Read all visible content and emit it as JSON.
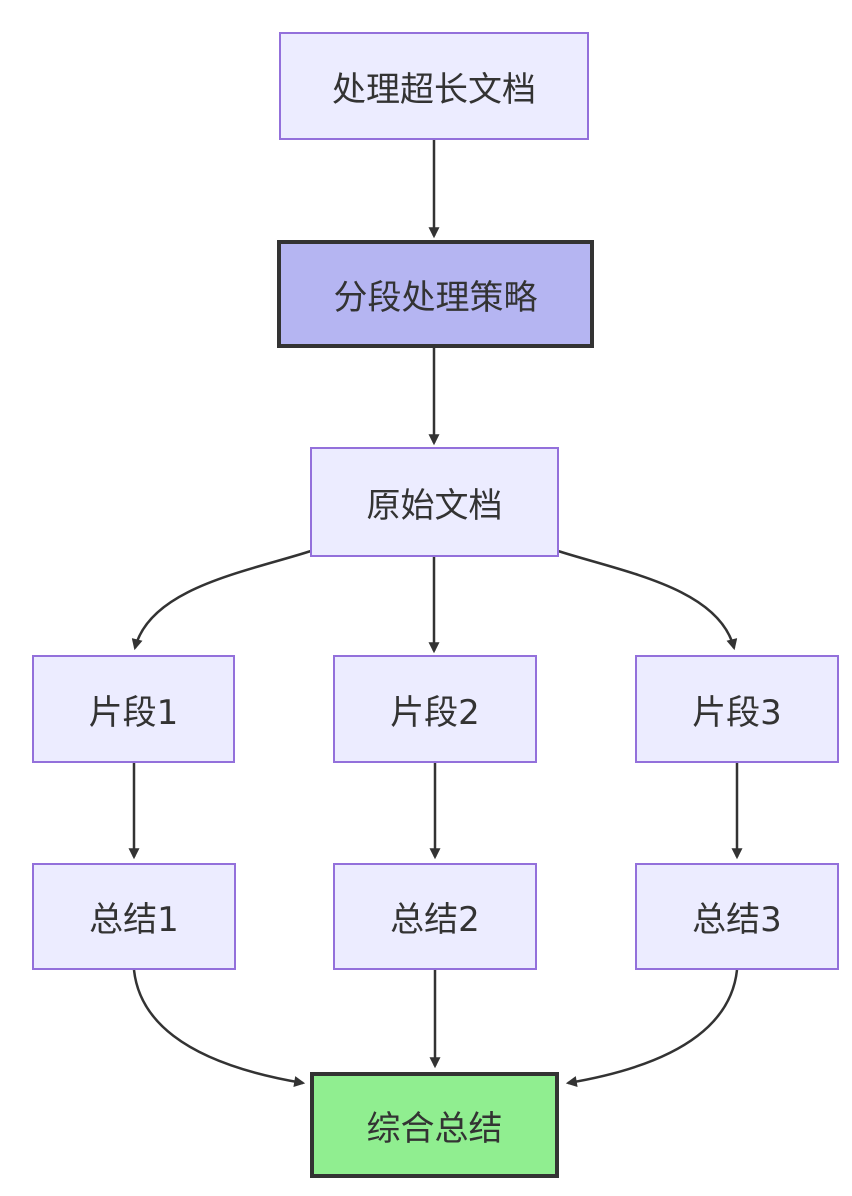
{
  "diagram": {
    "type": "flowchart",
    "direction": "top-down",
    "nodes": [
      {
        "id": "A",
        "label": "处理超长文档",
        "style": "default"
      },
      {
        "id": "B",
        "label": "分段处理策略",
        "style": "emphasis"
      },
      {
        "id": "C",
        "label": "原始文档",
        "style": "default"
      },
      {
        "id": "D1",
        "label": "片段1",
        "style": "default"
      },
      {
        "id": "D2",
        "label": "片段2",
        "style": "default"
      },
      {
        "id": "D3",
        "label": "片段3",
        "style": "default"
      },
      {
        "id": "E1",
        "label": "总结1",
        "style": "default"
      },
      {
        "id": "E2",
        "label": "总结2",
        "style": "default"
      },
      {
        "id": "E3",
        "label": "总结3",
        "style": "default"
      },
      {
        "id": "F",
        "label": "综合总结",
        "style": "success"
      }
    ],
    "edges": [
      {
        "from": "A",
        "to": "B"
      },
      {
        "from": "B",
        "to": "C"
      },
      {
        "from": "C",
        "to": "D1"
      },
      {
        "from": "C",
        "to": "D2"
      },
      {
        "from": "C",
        "to": "D3"
      },
      {
        "from": "D1",
        "to": "E1"
      },
      {
        "from": "D2",
        "to": "E2"
      },
      {
        "from": "D3",
        "to": "E3"
      },
      {
        "from": "E1",
        "to": "F"
      },
      {
        "from": "E2",
        "to": "F"
      },
      {
        "from": "E3",
        "to": "F"
      }
    ],
    "colors": {
      "node_fill": "#ECECFF",
      "node_border": "#9370DB",
      "emphasis_fill": "#b5b5f2",
      "emphasis_border": "#333333",
      "success_fill": "#90EE90",
      "success_border": "#333333",
      "edge": "#333333",
      "text": "#333333",
      "background": "#ffffff"
    }
  }
}
